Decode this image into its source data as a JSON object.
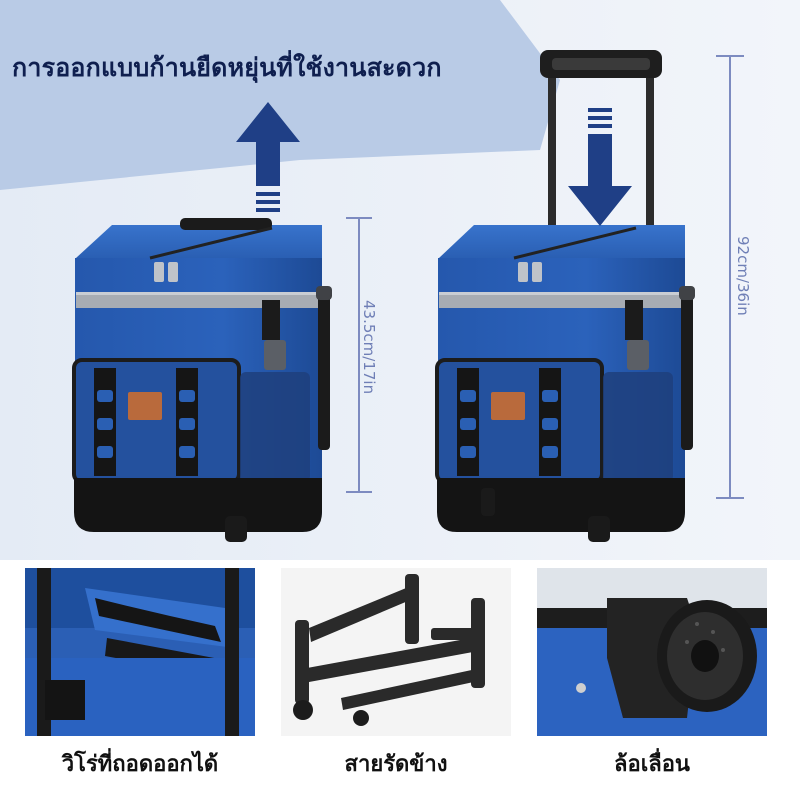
{
  "headline": "การออกแบบก้านยืดหยุ่นที่ใช้งานสะดวก",
  "dimensions": {
    "folded_height": "43.5cm/17in",
    "extended_height": "92cm/36in"
  },
  "features": [
    {
      "caption": "วิโร่ที่ถอดออกได้"
    },
    {
      "caption": "สายรัดข้าง"
    },
    {
      "caption": "ล้อเลื่อน"
    }
  ],
  "colors": {
    "bag_blue": "#2a5fb3",
    "arrow_navy": "#1f3f86",
    "background_band": "#b9cbe6",
    "dimension_line": "#7d8bc0"
  },
  "icons": [
    "up-arrow-icon",
    "down-arrow-icon"
  ]
}
